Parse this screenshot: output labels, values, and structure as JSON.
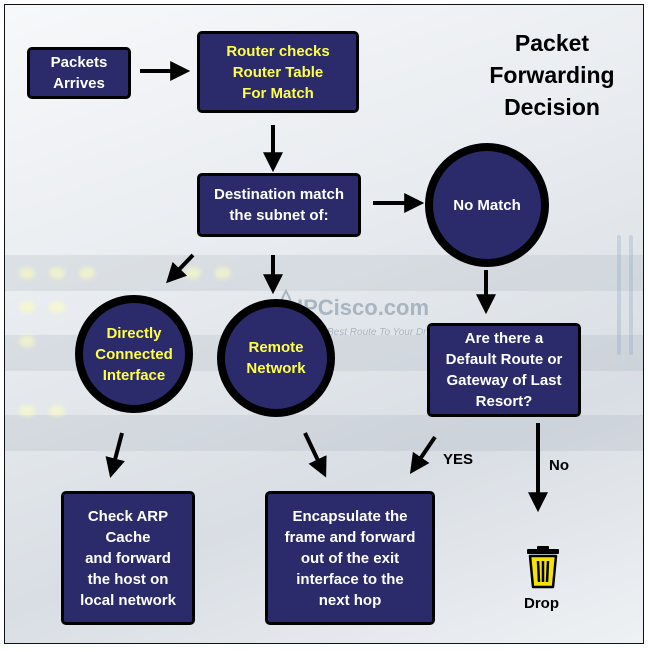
{
  "title": "Packet\nForwarding\nDecision",
  "nodes": {
    "packets_arrives": "Packets\nArrives",
    "router_checks": "Router checks\nRouter Table\nFor Match",
    "destination_match": "Destination match\nthe subnet of:",
    "no_match": "No Match",
    "directly_connected": "Directly\nConnected\nInterface",
    "remote_network": "Remote\nNetwork",
    "default_route": "Are there a\nDefault Route or\nGateway of Last\nResort?",
    "check_arp": "Check ARP\nCache\nand forward\nthe host on\nlocal network",
    "encapsulate": "Encapsulate the\nframe and forward\nout of the exit\ninterface to the\nnext hop",
    "drop": "Drop"
  },
  "edge_labels": {
    "yes": "YES",
    "no": "No"
  },
  "watermark": {
    "brand": "IPCisco.com",
    "tagline": "Best Route To Your Dreams"
  },
  "icons": [
    "trash-bin-icon",
    "watermark-logo-icon"
  ],
  "colors": {
    "box_fill": "#2b2a6b",
    "highlight_text": "#ffff4a",
    "border": "#000000",
    "bin_fill": "#f5e400"
  }
}
